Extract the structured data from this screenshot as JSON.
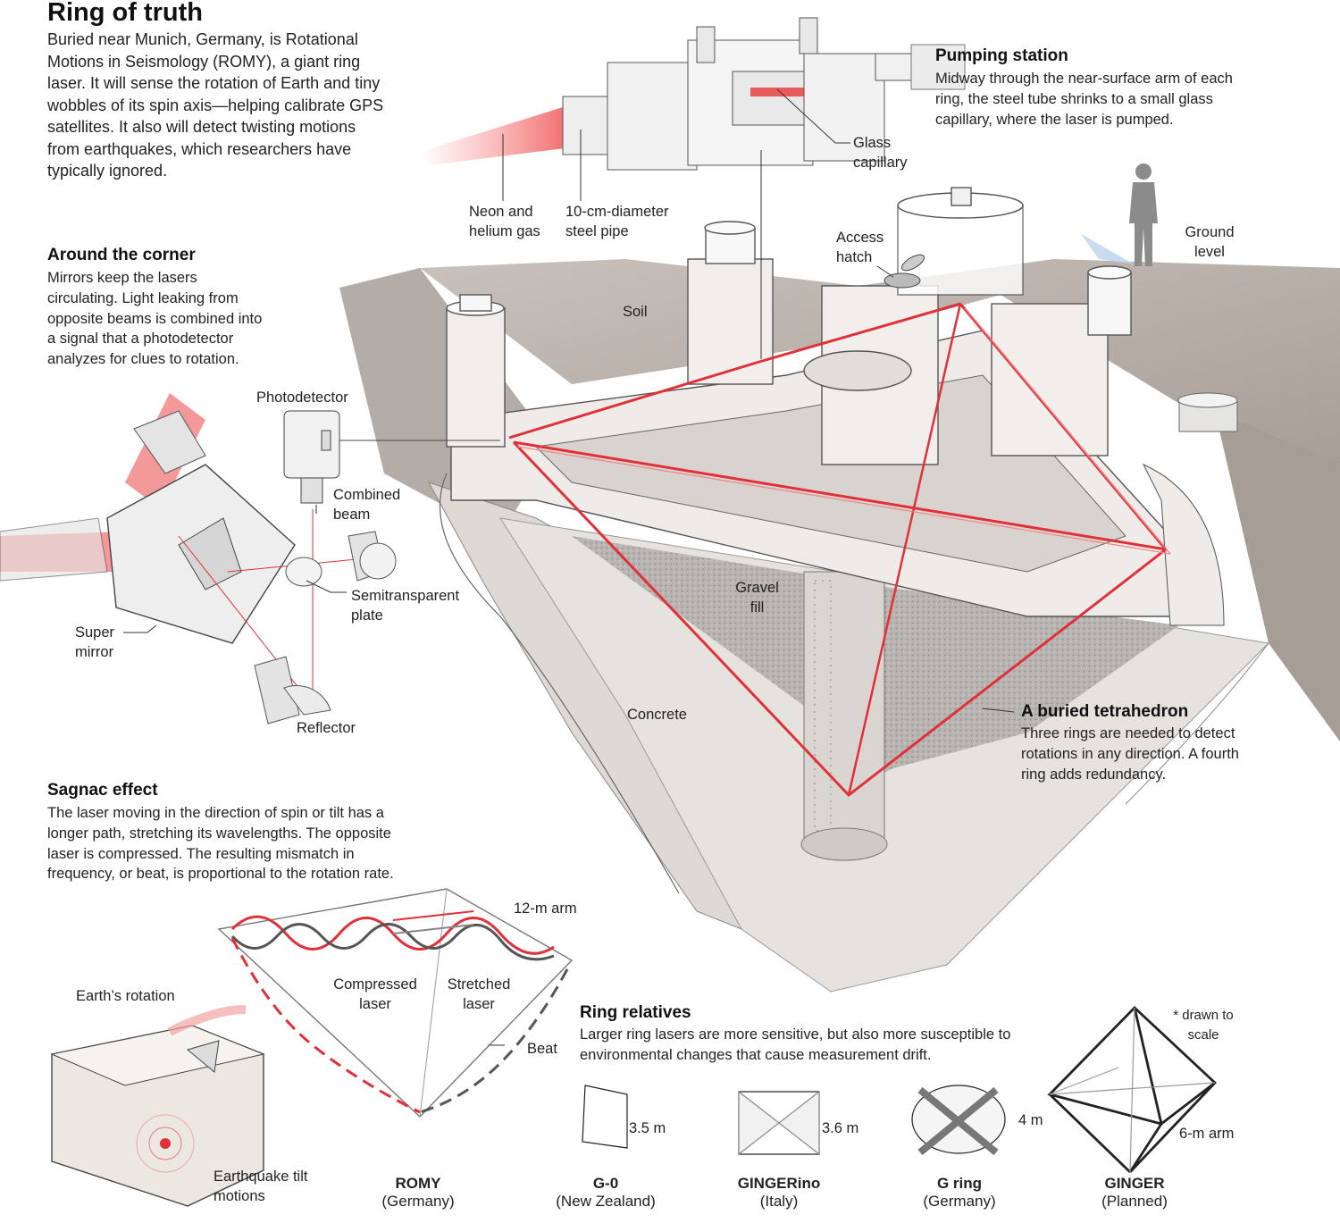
{
  "title": "Ring of truth",
  "intro": "Buried near Munich, Germany, is Rotational Motions in Seismology (ROMY), a giant ring laser. It will sense the rotation of Earth and tiny wobbles of its spin axis—helping calibrate GPS satellites. It also will detect twisting motions from earthquakes, which researchers have typically ignored.",
  "sections": {
    "pumping": {
      "heading": "Pumping station",
      "text": "Midway through the near-surface arm of each ring, the steel tube shrinks to a small glass capillary, where the laser is pumped."
    },
    "corner": {
      "heading": "Around the corner",
      "text": "Mirrors keep the lasers circulating. Light leaking from opposite beams is combined into a signal that a photodetector analyzes for clues to rotation."
    },
    "sagnac": {
      "heading": "Sagnac effect",
      "text": "The laser moving in the direction of spin or tilt has a longer path, stretching its wavelengths. The opposite laser is compressed. The resulting mismatch in frequency, or beat, is proportional to the rotation rate."
    },
    "tetra": {
      "heading": "A buried tetrahedron",
      "text": "Three rings are needed to detect rotations in any direction. A fourth ring adds redundancy."
    },
    "relatives": {
      "heading": "Ring relatives",
      "text": "Larger ring lasers are more sensitive, but also more susceptible to environmental changes that cause measurement drift."
    }
  },
  "labels": {
    "neon": [
      "Neon and",
      "helium gas"
    ],
    "pipe": [
      "10-cm-diameter",
      "steel pipe"
    ],
    "glass": [
      "Glass",
      "capillary"
    ],
    "hatch": [
      "Access",
      "hatch"
    ],
    "ground": [
      "Ground",
      "level"
    ],
    "soil": "Soil",
    "photodetector": "Photodetector",
    "combined": [
      "Combined",
      "beam"
    ],
    "semi": [
      "Semitransparent",
      "plate"
    ],
    "super": [
      "Super",
      "mirror"
    ],
    "reflector": "Reflector",
    "gravel": [
      "Gravel",
      "fill"
    ],
    "concrete": "Concrete",
    "arm12": "12-m arm",
    "compressed": [
      "Compressed",
      "laser"
    ],
    "stretched": [
      "Stretched",
      "laser"
    ],
    "beat": "Beat",
    "earth_rotation": "Earth’s rotation",
    "tilt": [
      "Earthquake tilt",
      "motions"
    ],
    "scale": [
      "* drawn to",
      "scale"
    ]
  },
  "rings": [
    {
      "name": "ROMY",
      "location": "(Germany)",
      "size": ""
    },
    {
      "name": "G-0",
      "location": "(New Zealand)",
      "size": "3.5 m"
    },
    {
      "name": "GINGERino",
      "location": "(Italy)",
      "size": "3.6 m"
    },
    {
      "name": "G ring",
      "location": "(Germany)",
      "size": "4 m"
    },
    {
      "name": "GINGER",
      "location": "(Planned)",
      "size": "6-m arm"
    }
  ],
  "colors": {
    "laser": "#e0313a",
    "laser_glow": "#f6a3a3",
    "soil": "#b3aaa4",
    "concrete": "#e3e0dd",
    "gravel": "#a9a6a3",
    "outline": "#3a3a3a"
  }
}
